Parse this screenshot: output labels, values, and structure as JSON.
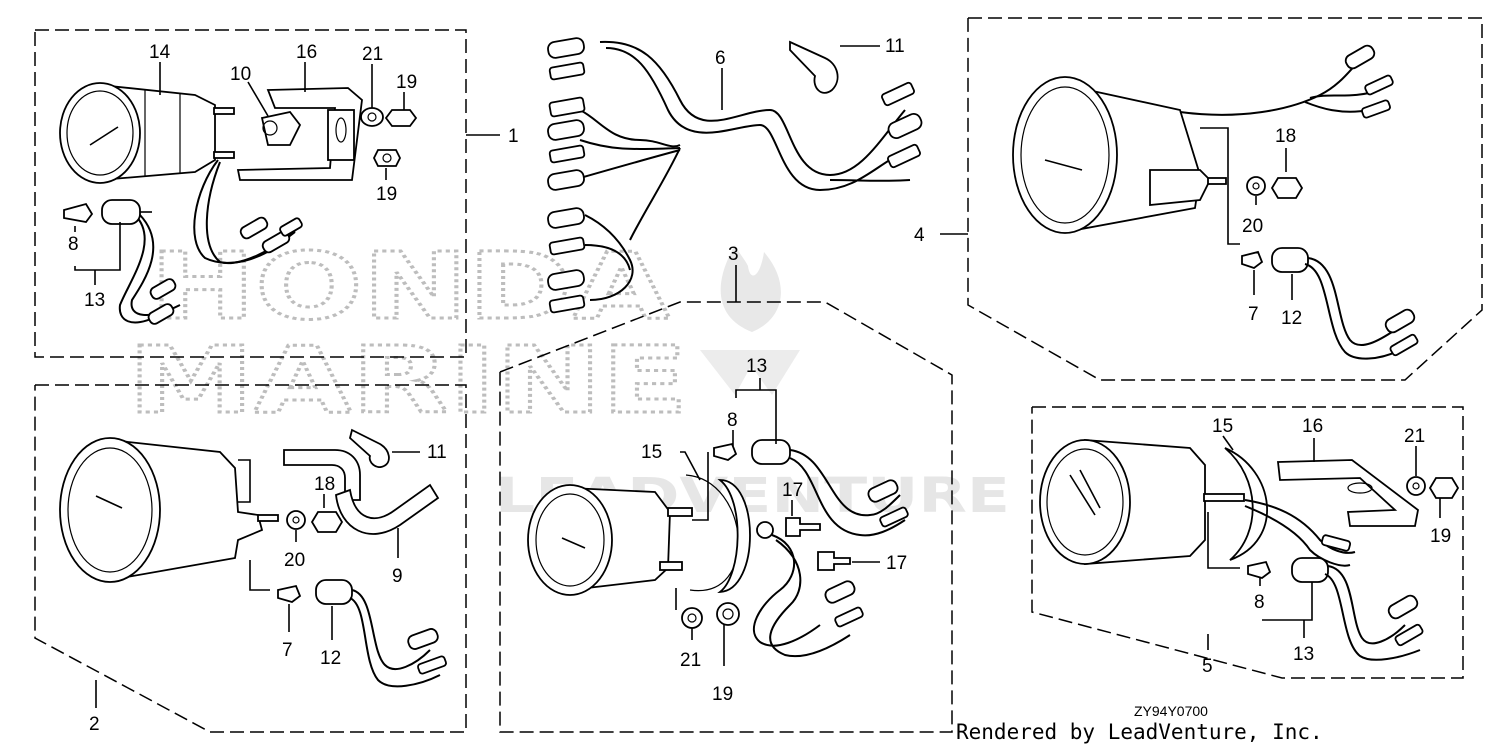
{
  "watermark": {
    "line1": "HONDA",
    "line2": "MARINE",
    "line3": "LEADVENTURE"
  },
  "diagram_code": "ZY94Y0700",
  "credit": "Rendered by LeadVenture, Inc.",
  "callouts": {
    "c1": "1",
    "c2": "2",
    "c3": "3",
    "c4": "4",
    "c5": "5",
    "c6": "6",
    "c7a": "7",
    "c7b": "7",
    "c8a": "8",
    "c8b": "8",
    "c8c": "8",
    "c9": "9",
    "c10": "10",
    "c11a": "11",
    "c11b": "11",
    "c12a": "12",
    "c12b": "12",
    "c13a": "13",
    "c13b": "13",
    "c13c": "13",
    "c14": "14",
    "c15a": "15",
    "c15b": "15",
    "c16a": "16",
    "c16b": "16",
    "c17a": "17",
    "c17b": "17",
    "c18a": "18",
    "c18b": "18",
    "c19a": "19",
    "c19b": "19",
    "c19c": "19",
    "c19d": "19",
    "c20a": "20",
    "c20b": "20",
    "c21a": "21",
    "c21b": "21",
    "c21c": "21"
  }
}
